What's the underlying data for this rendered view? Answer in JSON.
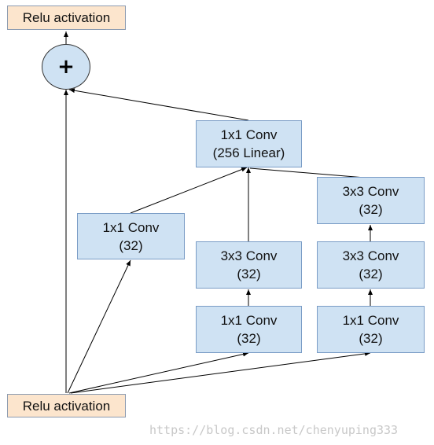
{
  "diagram": {
    "relu_top": "Relu activation",
    "relu_bottom": "Relu activation",
    "add_symbol": "+",
    "linear_conv": {
      "line1": "1x1 Conv",
      "line2": "(256 Linear)"
    },
    "branch1": {
      "conv1x1": {
        "line1": "1x1 Conv",
        "line2": "(32)"
      }
    },
    "branch2": {
      "conv1x1": {
        "line1": "1x1 Conv",
        "line2": "(32)"
      },
      "conv3x3": {
        "line1": "3x3 Conv",
        "line2": "(32)"
      }
    },
    "branch3": {
      "conv1x1": {
        "line1": "1x1 Conv",
        "line2": "(32)"
      },
      "conv3x3_a": {
        "line1": "3x3 Conv",
        "line2": "(32)"
      },
      "conv3x3_b": {
        "line1": "3x3 Conv",
        "line2": "(32)"
      }
    }
  },
  "watermark": "https://blog.csdn.net/chenyuping333",
  "colors": {
    "conv_fill": "#cfe2f3",
    "relu_fill": "#fce5cd",
    "edge": "#000000"
  }
}
